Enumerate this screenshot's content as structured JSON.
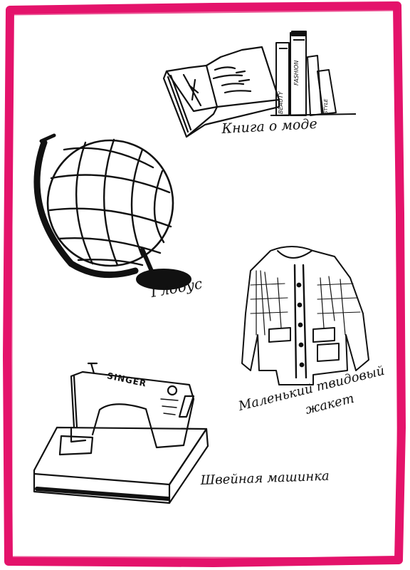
{
  "frame": {
    "border_color": "#e4136b",
    "paper_color": "#ffffff",
    "ink_color": "#111111"
  },
  "items": {
    "book": {
      "label": "Книга о моде",
      "spines": [
        "BEAUTY",
        "FASHION",
        "STYLE"
      ]
    },
    "globe": {
      "label": "Глобус"
    },
    "jacket": {
      "label_line1": "Маленький твидовый",
      "label_line2": "жакет"
    },
    "sewing_machine": {
      "label": "Швейная машинка",
      "brand": "SINGER"
    }
  }
}
